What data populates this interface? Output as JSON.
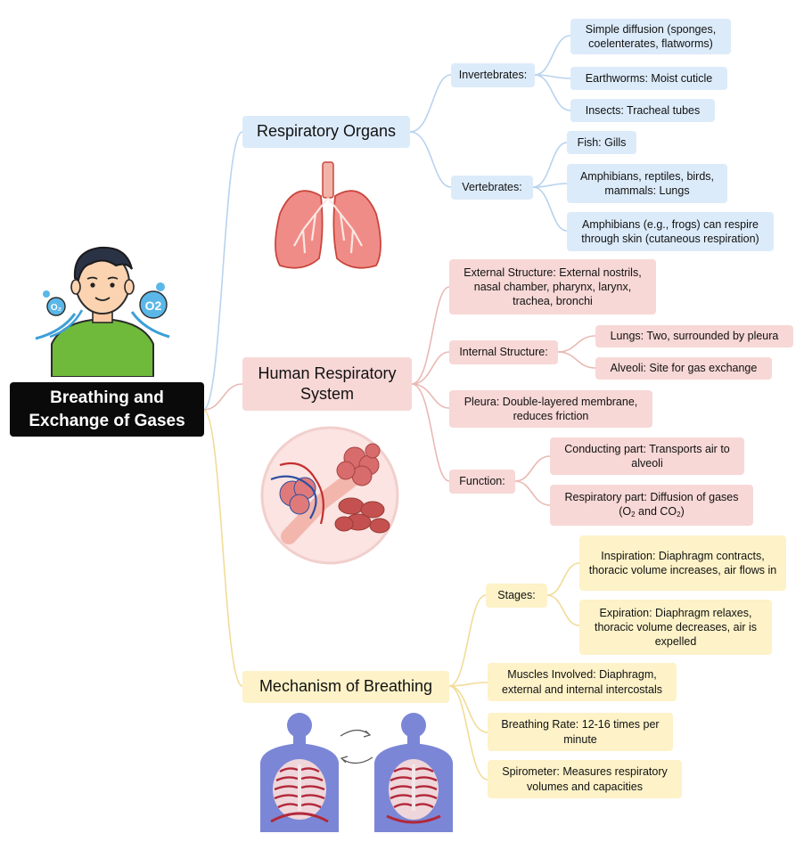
{
  "root": {
    "line1": "Breathing and",
    "line2": "Exchange of Gases"
  },
  "branches": {
    "respiratory_organs": {
      "title": "Respiratory Organs",
      "invertebrates": {
        "label": "Invertebrates:",
        "items": [
          "Simple diffusion (sponges, coelenterates, flatworms)",
          "Earthworms: Moist cuticle",
          "Insects: Tracheal tubes"
        ]
      },
      "vertebrates": {
        "label": "Vertebrates:",
        "items": [
          "Fish: Gills",
          "Amphibians, reptiles, birds, mammals: Lungs",
          "Amphibians (e.g., frogs) can respire through skin (cutaneous respiration)"
        ]
      }
    },
    "human_system": {
      "title_line1": "Human Respiratory",
      "title_line2": "System",
      "external": "External Structure: External nostrils, nasal chamber, pharynx, larynx, trachea, bronchi",
      "internal": {
        "label": "Internal Structure:",
        "items": [
          "Lungs: Two, surrounded by pleura",
          "Alveoli: Site for gas exchange"
        ]
      },
      "pleura": "Pleura: Double-layered membrane, reduces friction",
      "function": {
        "label": "Function:",
        "conducting": "Conducting part: Transports air to alveoli",
        "respiratory_pre": "Respiratory part: Diffusion of gases",
        "respiratory_o": "(O",
        "respiratory_mid": " and CO",
        "respiratory_end": ")",
        "sub2": "2"
      }
    },
    "mechanism": {
      "title": "Mechanism of Breathing",
      "stages": {
        "label": "Stages:",
        "items": [
          "Inspiration: Diaphragm contracts, thoracic volume increases, air flows in",
          "Expiration: Diaphragm relaxes, thoracic volume decreases, air is expelled"
        ]
      },
      "muscles": "Muscles Involved: Diaphragm, external and internal intercostals",
      "rate": "Breathing Rate: 12-16 times per minute",
      "spirometer": "Spirometer: Measures respiratory volumes and capacities"
    }
  },
  "icon_text": {
    "o2_small": "O₂",
    "o2_large": "O2"
  },
  "colors": {
    "blue_box": "#dcebfa",
    "blue_line": "#b8d3ee",
    "red_box": "#f7d8d6",
    "red_line": "#eab9b4",
    "yellow_box": "#fdf2c8",
    "yellow_line": "#f1dc98",
    "root_bg": "#0a0a0a"
  }
}
